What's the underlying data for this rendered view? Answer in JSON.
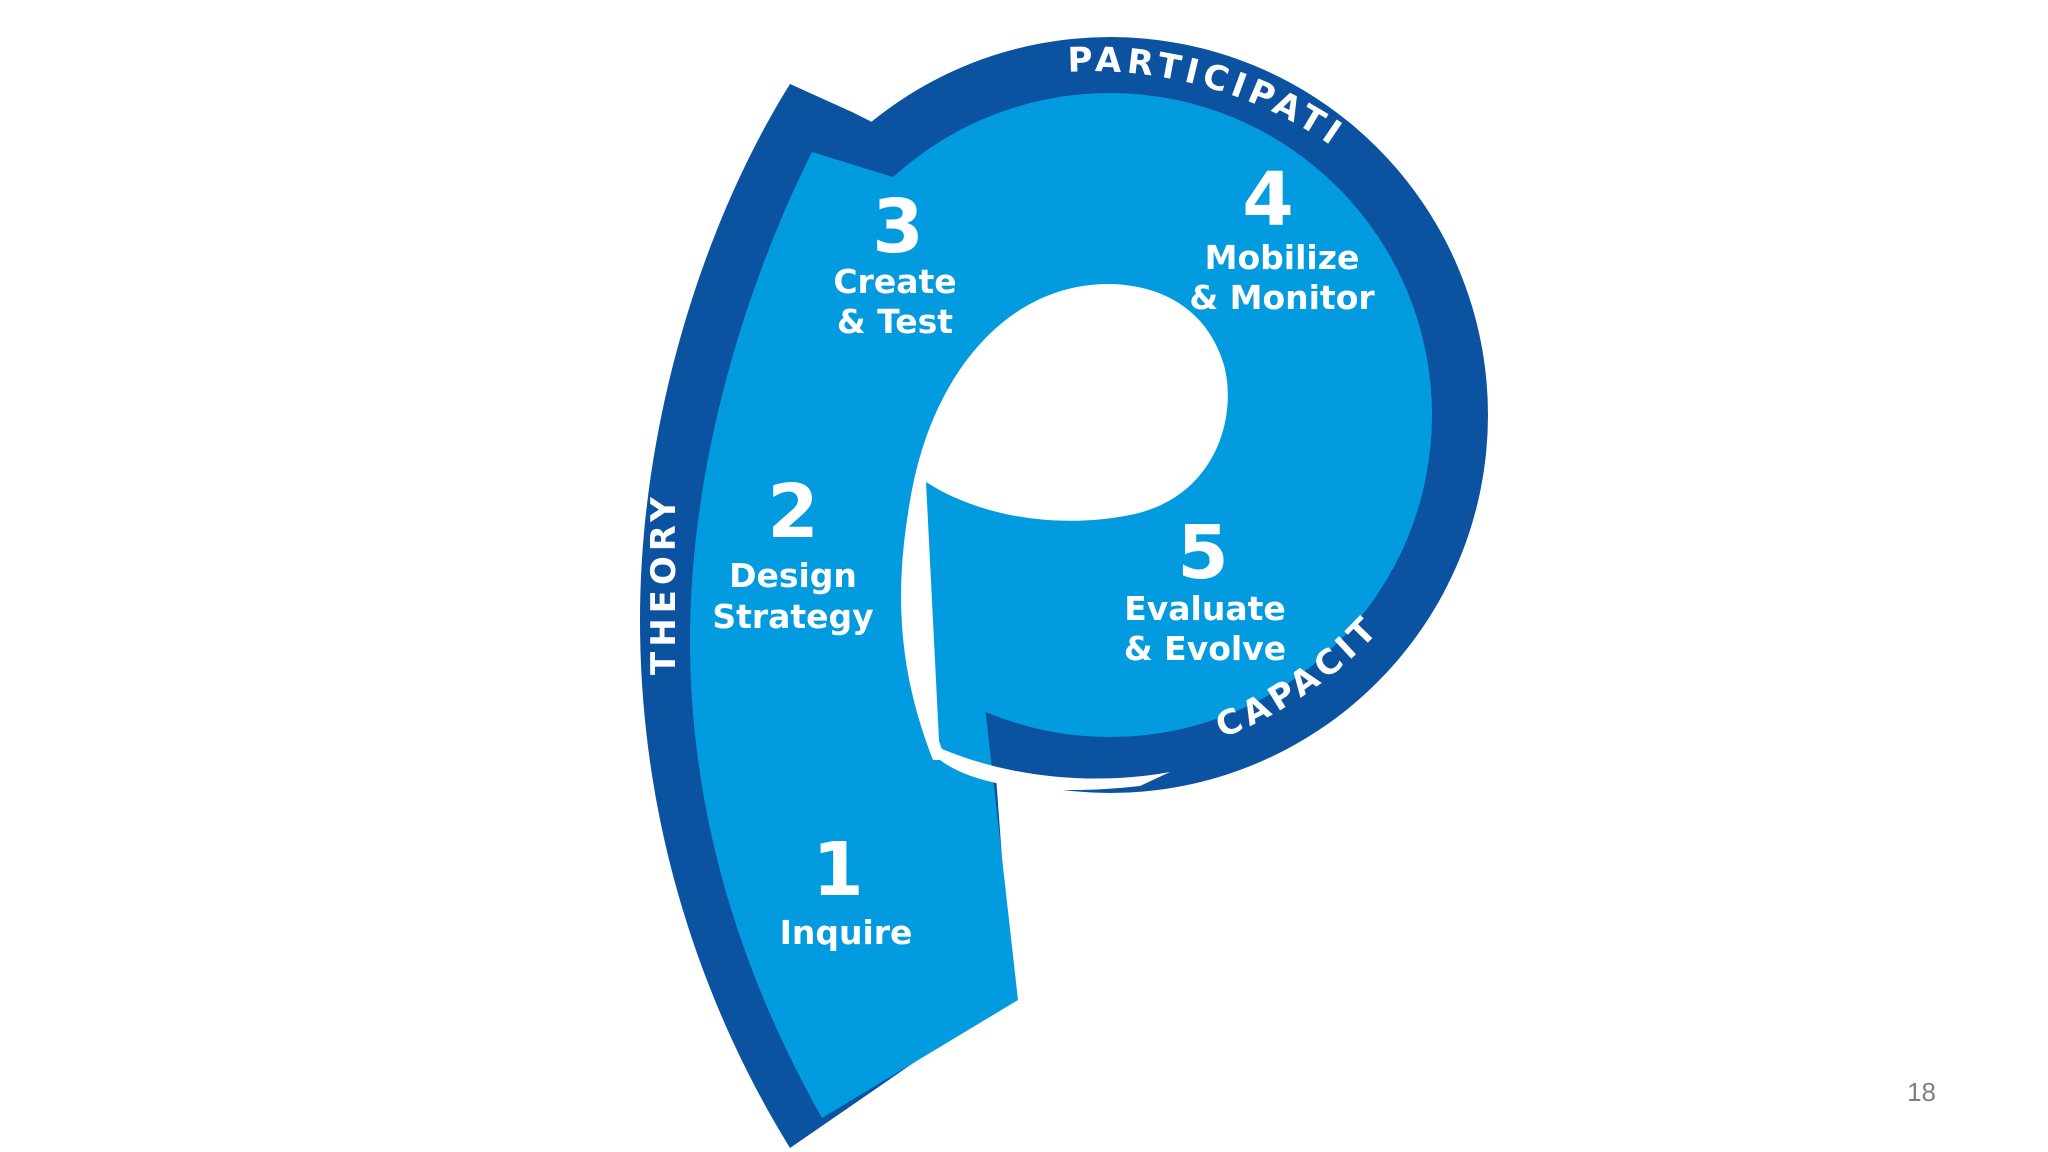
{
  "colors": {
    "outer": "#0b53a0",
    "inner": "#039bdf",
    "text": "#ffffff",
    "page_number": "#808080"
  },
  "stages": [
    {
      "number": "1",
      "line1": "Inquire",
      "line2": ""
    },
    {
      "number": "2",
      "line1": "Design",
      "line2": "Strategy"
    },
    {
      "number": "3",
      "line1": "Create",
      "line2": "& Test"
    },
    {
      "number": "4",
      "line1": "Mobilize",
      "line2": "& Monitor"
    },
    {
      "number": "5",
      "line1": "Evaluate",
      "line2": "& Evolve"
    }
  ],
  "arc_labels": {
    "participation": "PARTICIPATION",
    "theory": "THEORY",
    "capacity": "CAPACITY"
  },
  "page_number": "18"
}
